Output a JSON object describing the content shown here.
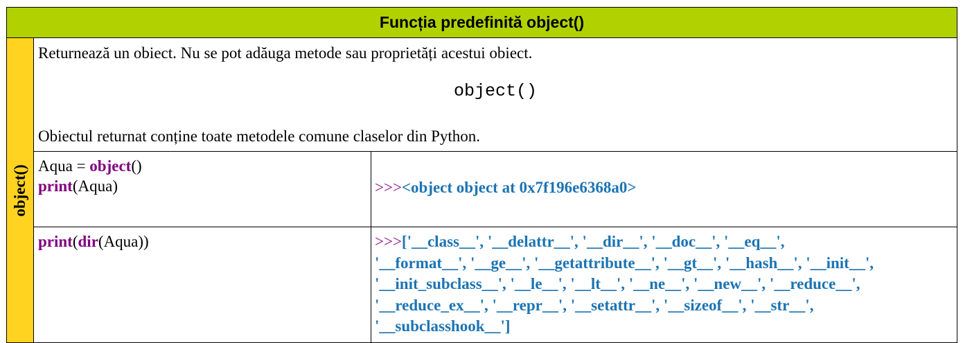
{
  "title": "Funcția predefinită object()",
  "side_label": "object()",
  "description": {
    "line1": "Returnează un obiect. Nu se pot adăuga metode sau proprietăți acestui obiect.",
    "syntax": "object()",
    "line2": "Obiectul returnat conține toate metodele comune claselor din Python."
  },
  "example1": {
    "code_l1_var": "Aqua = ",
    "code_l1_func": "object",
    "code_l1_end": "()",
    "code_l2_func": "print",
    "code_l2_end": "(Aqua)",
    "prompt": ">>>",
    "output": "<object object at 0x7f196e6368a0>"
  },
  "example2": {
    "code_print": "print",
    "code_open": "(",
    "code_dir": "dir",
    "code_end": "(Aqua))",
    "prompt": ">>>",
    "output_l1": "['__class__', '__delattr__', '__dir__', '__doc__', '__eq__',",
    "output_l2": "'__format__', '__ge__', '__getattribute__', '__gt__', '__hash__', '__init__',",
    "output_l3": "'__init_subclass__', '__le__', '__lt__', '__ne__', '__new__', '__reduce__',",
    "output_l4": "'__reduce_ex__', '__repr__', '__setattr__', '__sizeof__', '__str__',",
    "output_l5": "'__subclasshook__']"
  }
}
